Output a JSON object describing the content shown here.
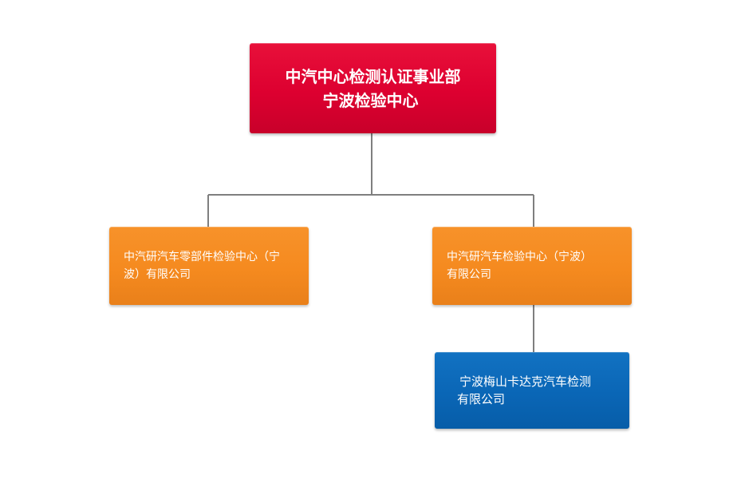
{
  "org_chart": {
    "root": {
      "line1": "中汽中心检测认证事业部",
      "line2": "宁波检验中心"
    },
    "children": [
      {
        "line1": "中汽研汽车零部件检验中心（宁",
        "line2": "波）有限公司"
      },
      {
        "line1": "中汽研汽车检验中心（宁波）",
        "line2": "有限公司"
      }
    ],
    "grandchild": {
      "line1": "宁波梅山卡达克汽车检测",
      "line2": "有限公司"
    }
  },
  "colors": {
    "root": "#dd0030",
    "child": "#f58a1f",
    "grandchild": "#0a66b6",
    "connector": "#7f7f7f"
  }
}
